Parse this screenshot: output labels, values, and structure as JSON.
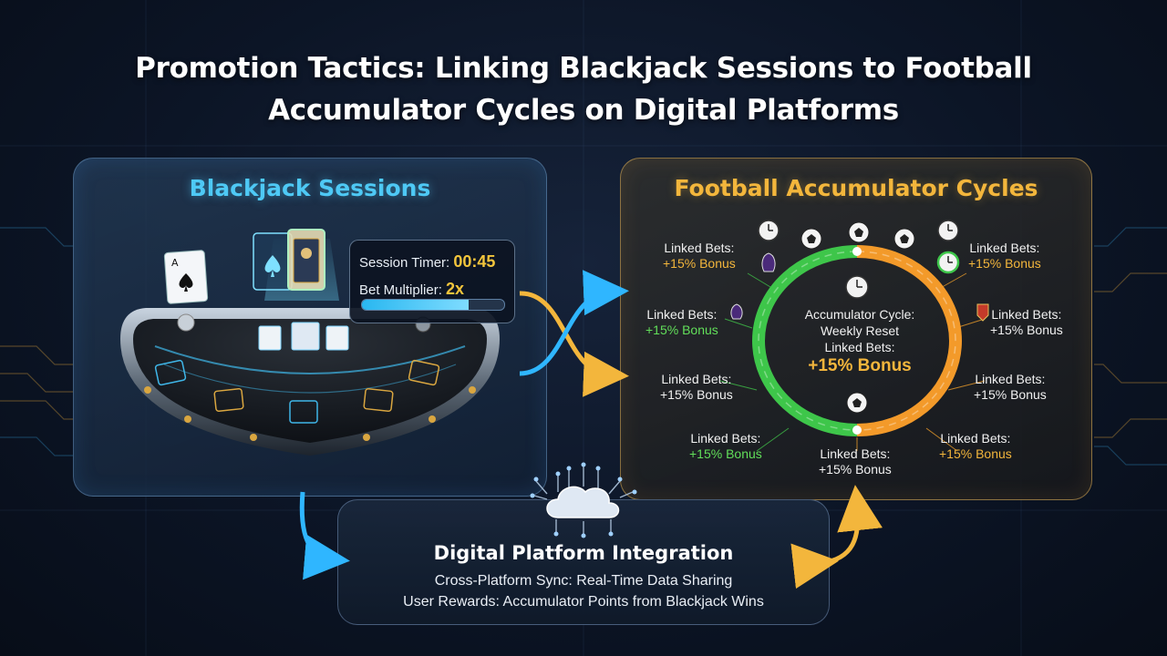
{
  "title_line1": "Promotion Tactics: Linking Blackjack Sessions to Football",
  "title_line2": "Accumulator Cycles on Digital Platforms",
  "blackjack": {
    "title": "Blackjack Sessions",
    "session_timer_label": "Session Timer:",
    "session_timer_value": "00:45",
    "bet_multiplier_label": "Bet Multiplier:",
    "bet_multiplier_value": "2x",
    "progress": 0.75
  },
  "football": {
    "title": "Football Accumulator Cycles",
    "center_line1": "Accumulator Cycle:",
    "center_line2": "Weekly Reset",
    "center_line3": "Linked Bets:",
    "center_bonus": "+15% Bonus",
    "labels": [
      {
        "label": "Linked Bets:",
        "bonus": "+15% Bonus",
        "style": "yel"
      },
      {
        "label": "Linked Bets:",
        "bonus": "+15% Bonus",
        "style": "yel"
      },
      {
        "label": "Linked Bets:",
        "bonus": "+15% Bonus",
        "style": "grn"
      },
      {
        "label": "Linked Bets:",
        "bonus": "+15% Bonus",
        "style": "plain"
      },
      {
        "label": "Linked Bets:",
        "bonus": "+15% Bonus",
        "style": "plain"
      },
      {
        "label": "Linked Bets:",
        "bonus": "+15% Bonus",
        "style": "plain"
      },
      {
        "label": "Linked Bets:",
        "bonus": "+15% Bonus",
        "style": "grn"
      },
      {
        "label": "Linked Bets:",
        "bonus": "+15% Bonus",
        "style": "plain"
      },
      {
        "label": "Linked Bets:",
        "bonus": "+15% Bonus",
        "style": "yel"
      }
    ]
  },
  "platform": {
    "title": "Digital Platform Integration",
    "line1": "Cross-Platform Sync: Real-Time Data Sharing",
    "line2": "User Rewards: Accumulator Points from Blackjack Wins"
  },
  "colors": {
    "accent_blue": "#4ec9f5",
    "accent_gold": "#f3b63c",
    "accent_green": "#3ec64a",
    "ring_orange": "#f39a2a"
  },
  "icons": [
    "clock-icon",
    "soccer-ball-icon",
    "league-crest-icon",
    "cloud-icon",
    "ace-of-spades-icon",
    "king-card-icon"
  ]
}
